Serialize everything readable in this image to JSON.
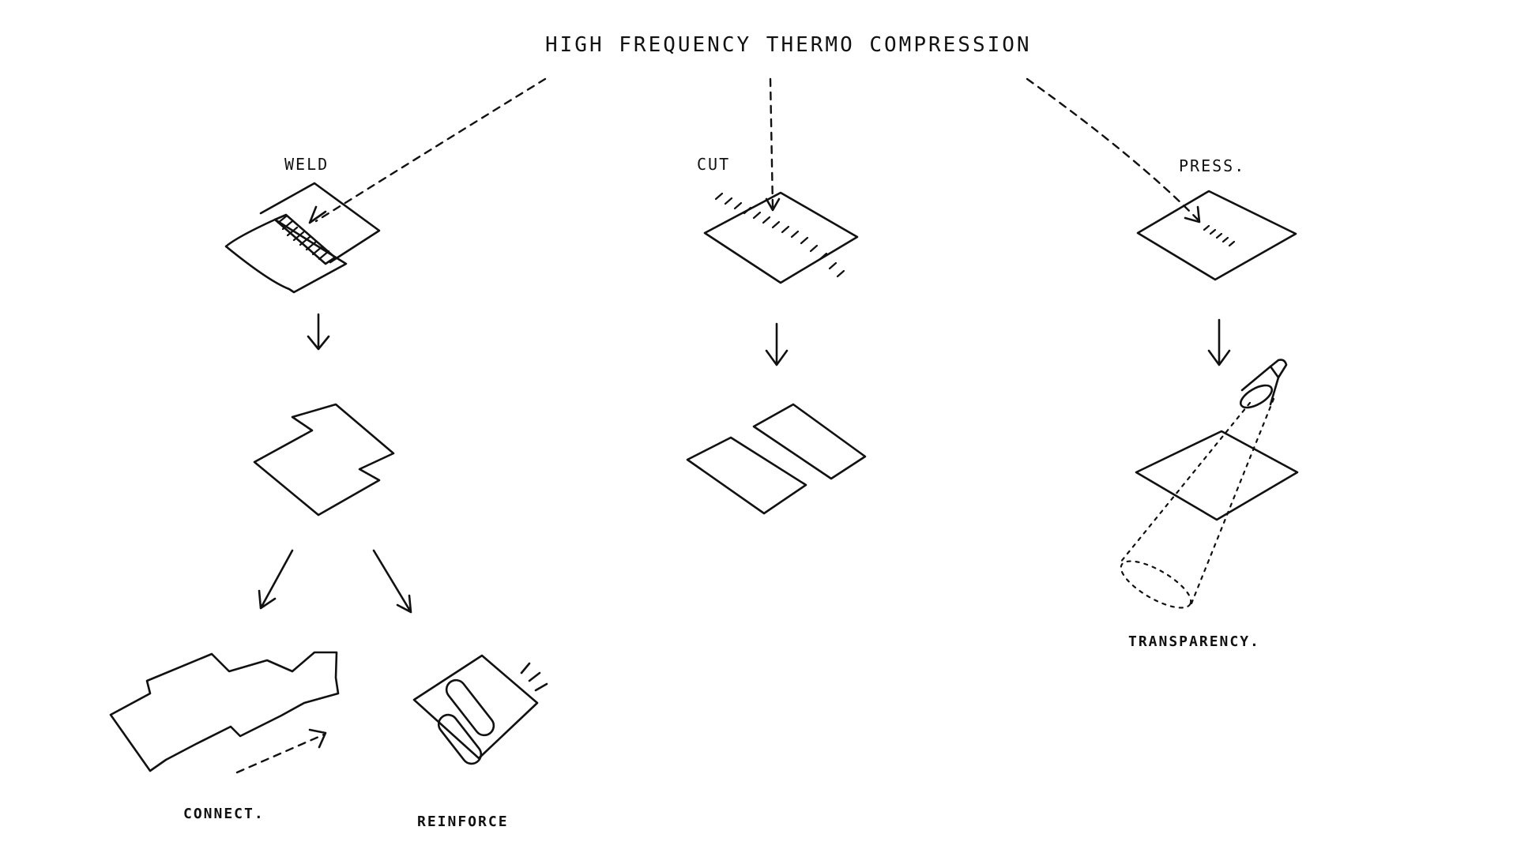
{
  "title": "HIGH FREQUENCY THERMO COMPRESSION",
  "branches": {
    "weld": {
      "label": "WELD",
      "outcomes": {
        "connect": "CONNECT.",
        "reinforce": "REINFORCE"
      }
    },
    "cut": {
      "label": "CUT"
    },
    "press": {
      "label": "PRESS.",
      "outcome": "TRANSPARENCY."
    }
  }
}
